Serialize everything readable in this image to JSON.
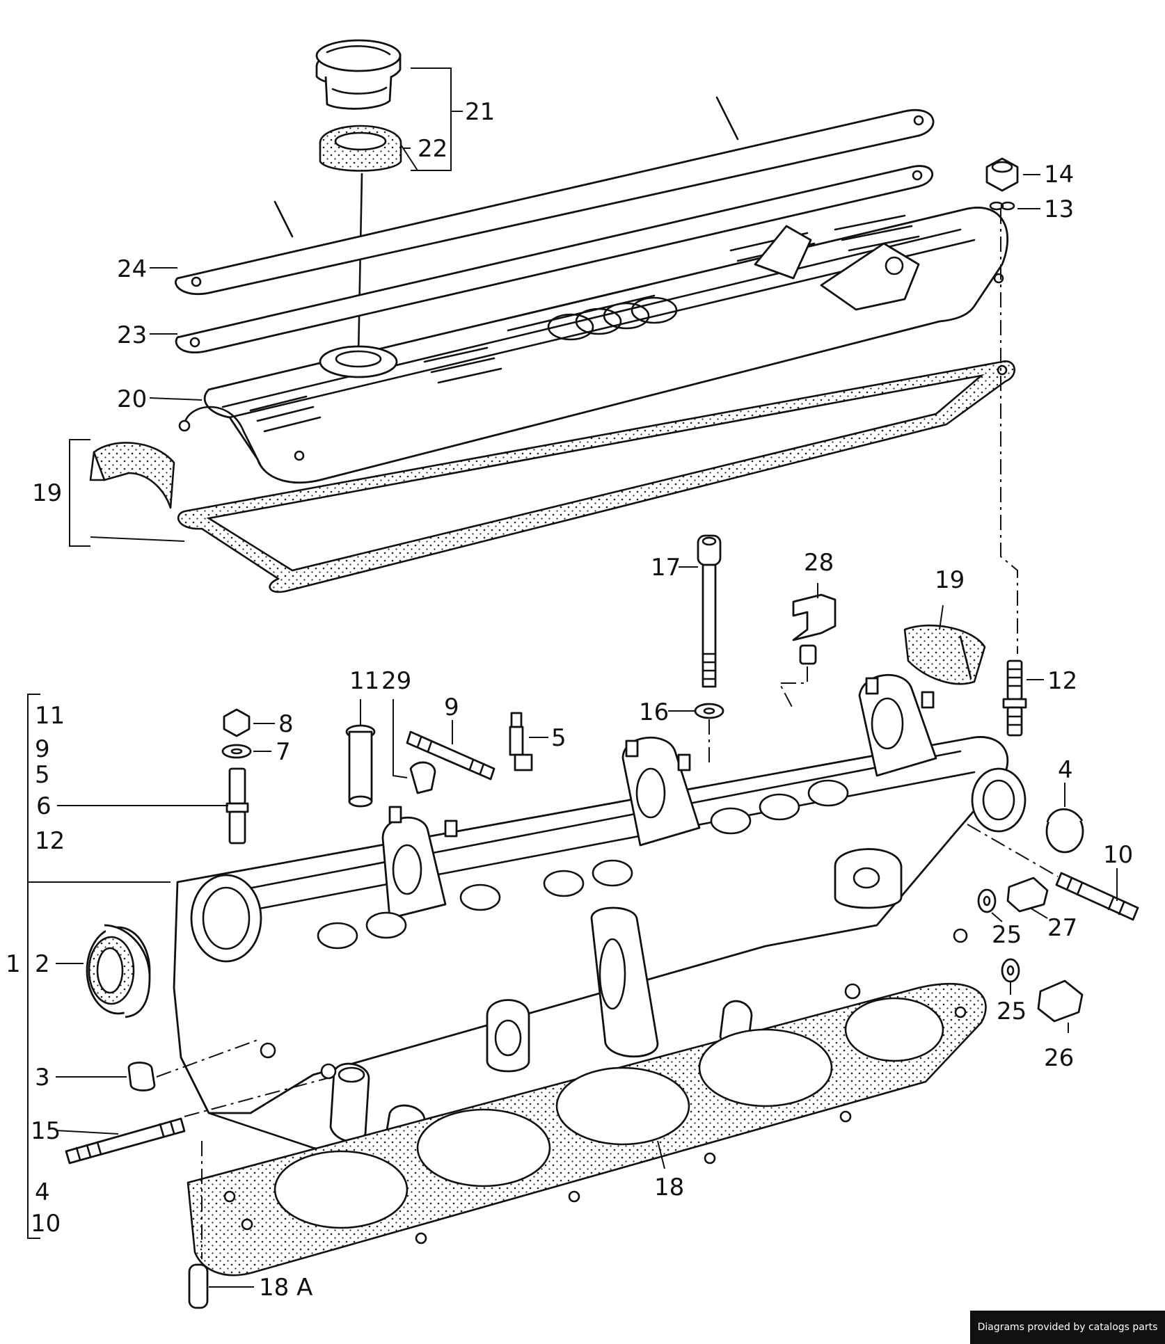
{
  "labels": {
    "l21": "21",
    "l22": "22",
    "l24": "24",
    "l23": "23",
    "l20": "20",
    "l19a": "19",
    "l14": "14",
    "l13": "13",
    "l17": "17",
    "l28": "28",
    "l19b": "19",
    "l12a": "12",
    "l11a": "11",
    "l29": "29",
    "l9a": "9",
    "l5a": "5",
    "l16": "16",
    "l8": "8",
    "l7": "7",
    "l6": "6",
    "l4a": "4",
    "l10a": "10",
    "l2": "2",
    "l25a": "25",
    "l27": "27",
    "l25b": "25",
    "l26": "26",
    "l3": "3",
    "l15": "15",
    "l18": "18",
    "l18a": "18 A",
    "l1": "1"
  },
  "group1": [
    "11",
    "9",
    "5",
    "6",
    "12",
    "4",
    "10"
  ],
  "credit": "Diagrams provided by catalogs parts"
}
